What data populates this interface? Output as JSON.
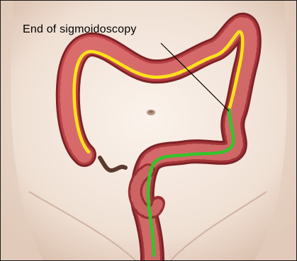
{
  "annotation": {
    "label": "End of sigmoidoscopy"
  },
  "colors": {
    "skin_light": "#f7ede5",
    "skin_shadow": "#e2c9b8",
    "colon_wall": "#b23b41",
    "colon_wall_dark": "#7e2226",
    "colon_fold": "#e07a78",
    "full_colonoscopy_path": "#ffe21a",
    "sigmoidoscopy_path": "#33c52b",
    "leader_line": "#000000"
  },
  "legend_semantics": {
    "yellow_path": "colonoscopy-extent",
    "green_path": "sigmoidoscopy-extent"
  }
}
